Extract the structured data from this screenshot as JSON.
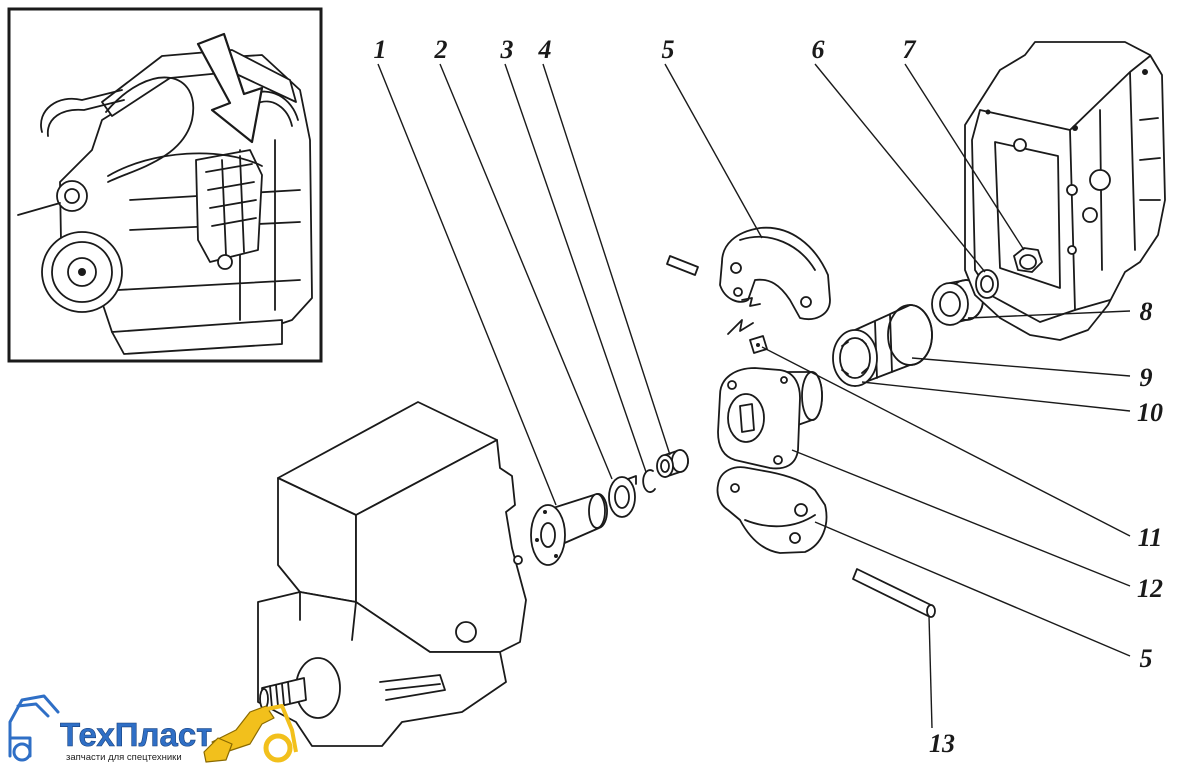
{
  "callouts": [
    "1",
    "2",
    "3",
    "4",
    "5",
    "6",
    "7",
    "8",
    "9",
    "10",
    "11",
    "12",
    "5",
    "13"
  ],
  "logo": {
    "name": "ТехПласт",
    "tagline": "запчасти для спецтехники"
  },
  "colors": {
    "ink": "#1a1a1a",
    "paper": "#ffffff",
    "logo_blue": "#2f6fc6",
    "logo_yellow": "#f2c01c"
  }
}
